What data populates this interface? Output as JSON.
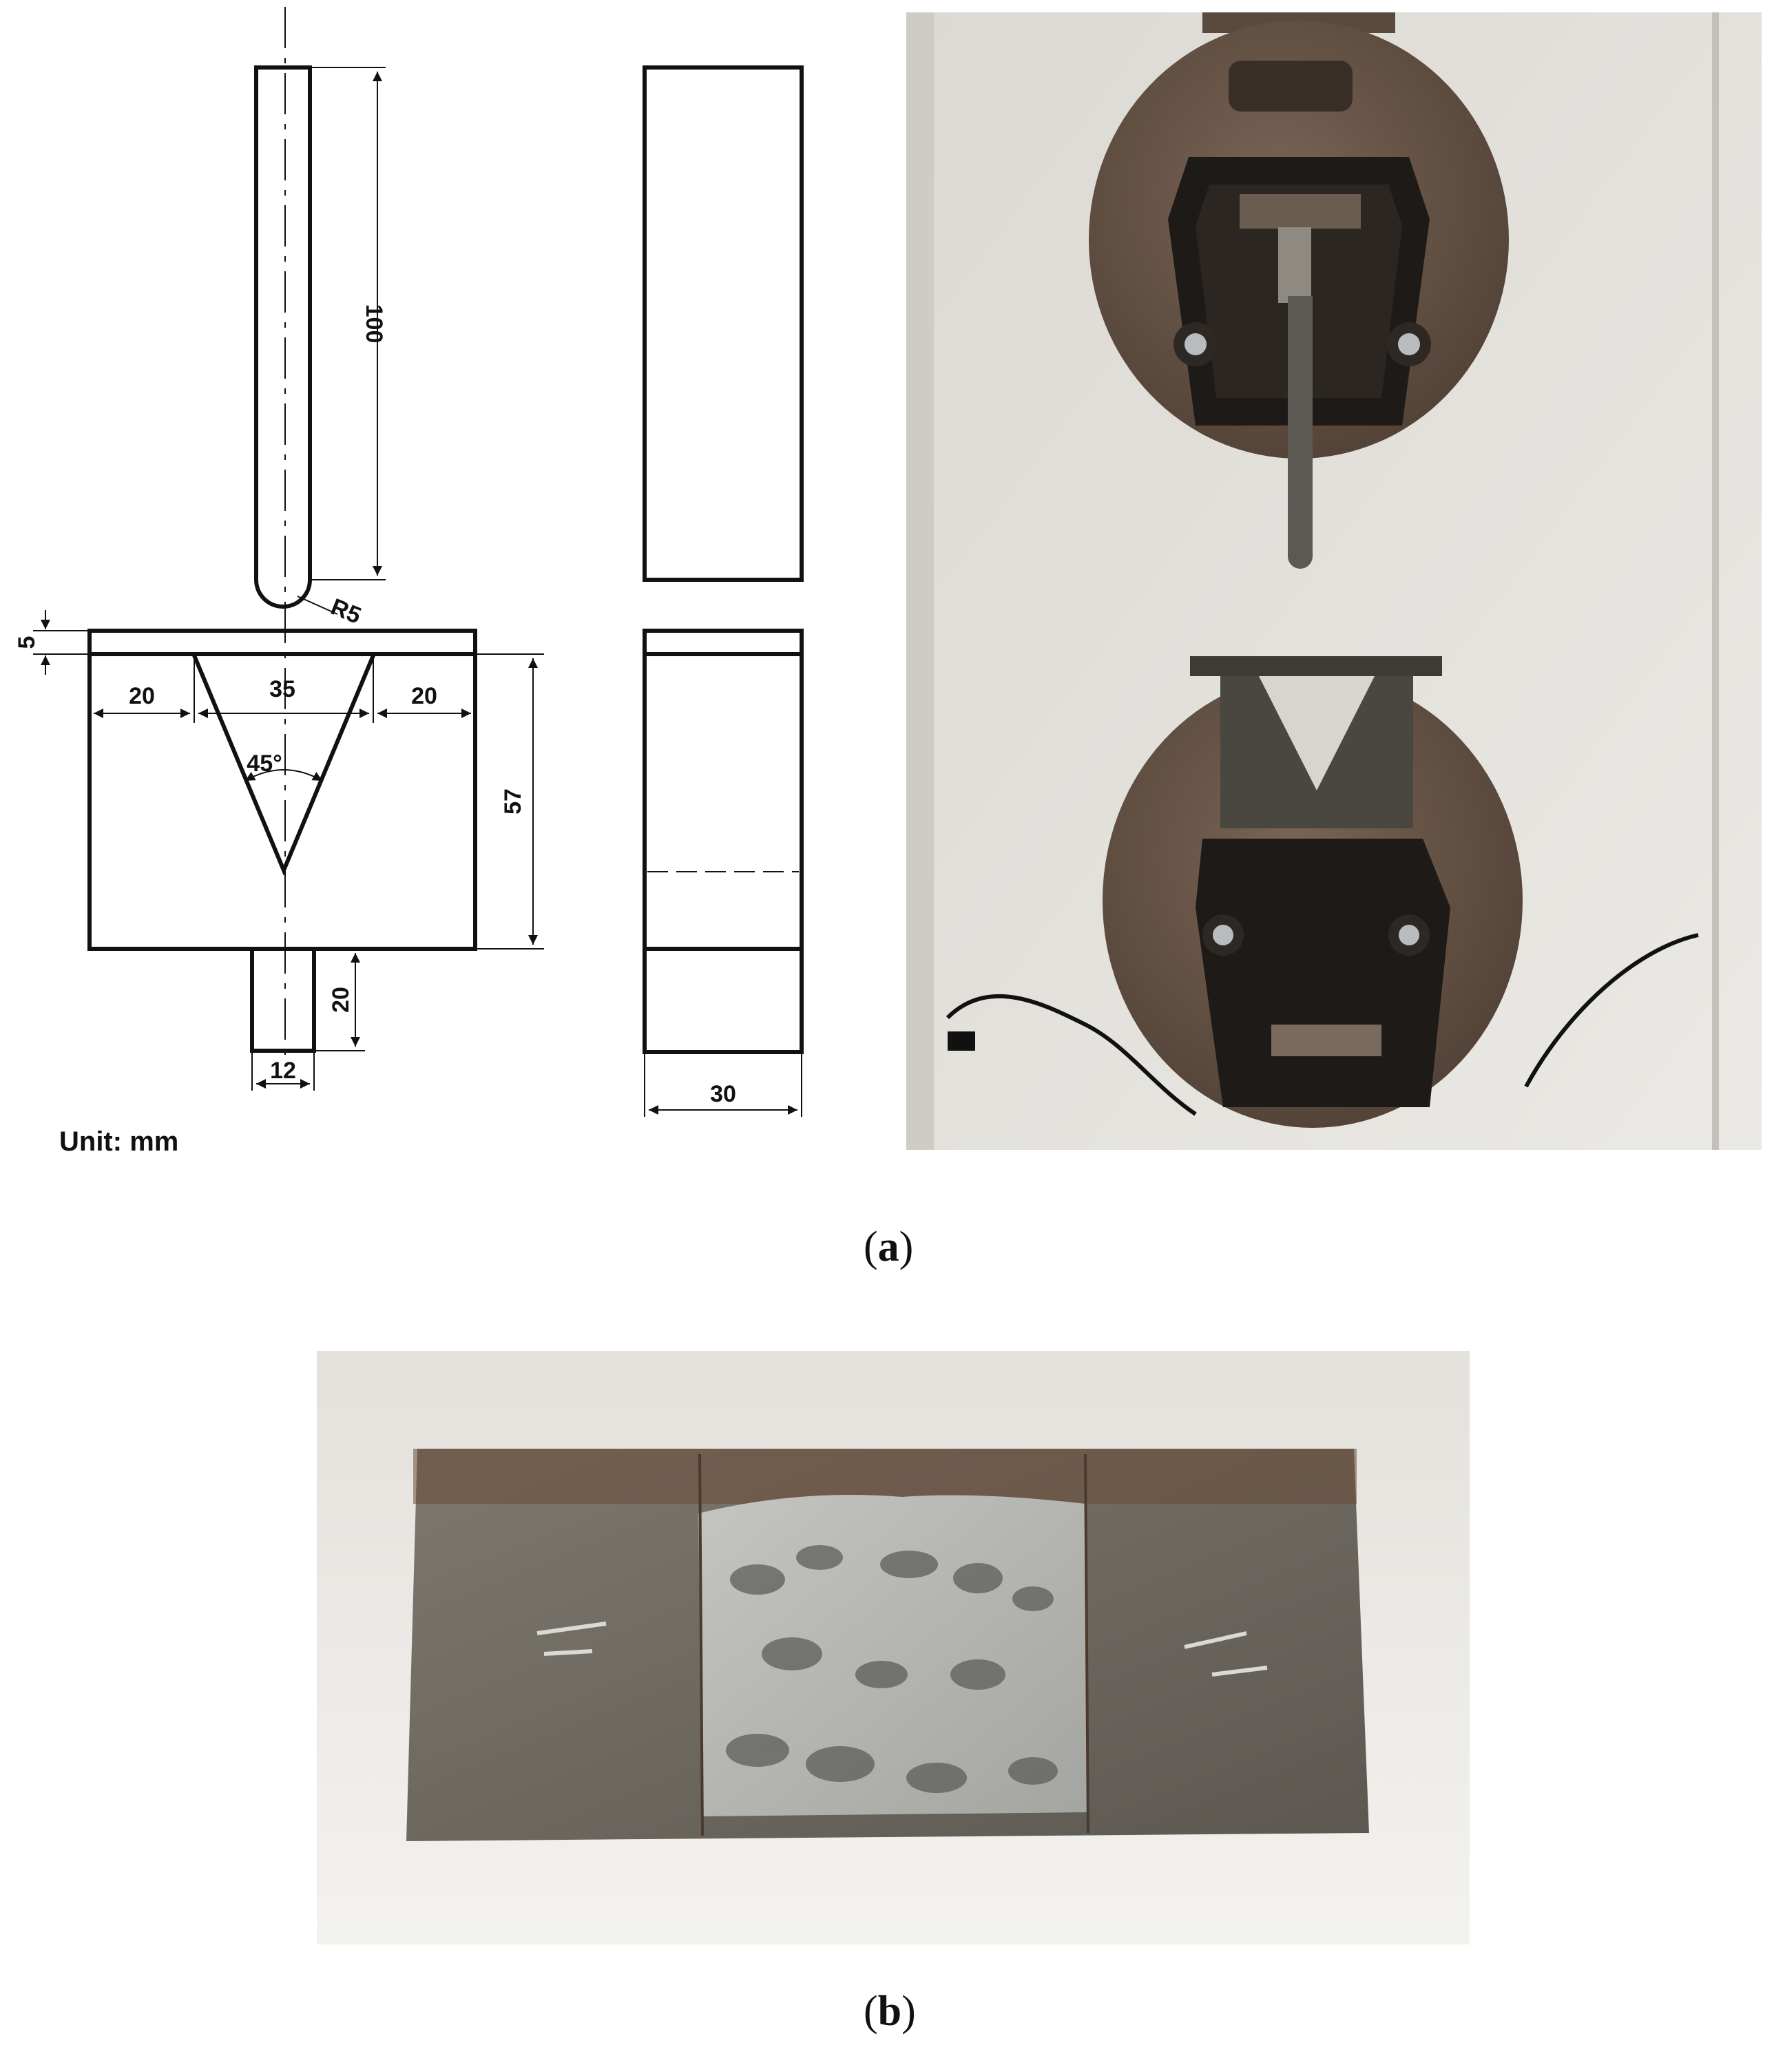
{
  "panel_a": {
    "caption_letter": "a",
    "unit_label": "Unit: mm",
    "dimensions": {
      "punch_length": "100",
      "punch_radius": "R5",
      "plate_thickness": "5",
      "left_width": "20",
      "groove_width": "35",
      "right_width": "20",
      "groove_angle": "45°",
      "die_height": "57",
      "shank_length": "20",
      "shank_width": "12",
      "side_width": "30"
    },
    "photo_icon": "test-machine-photo"
  },
  "panel_b": {
    "caption_letter": "b",
    "photo_icon": "fractured-specimen-photo"
  },
  "colors": {
    "line": "#111111",
    "wall": "#e4e2de",
    "fixture_bronze": "#6b5748",
    "specimen_gray": "#6f6a63",
    "fracture_silver": "#b6b7b3"
  }
}
